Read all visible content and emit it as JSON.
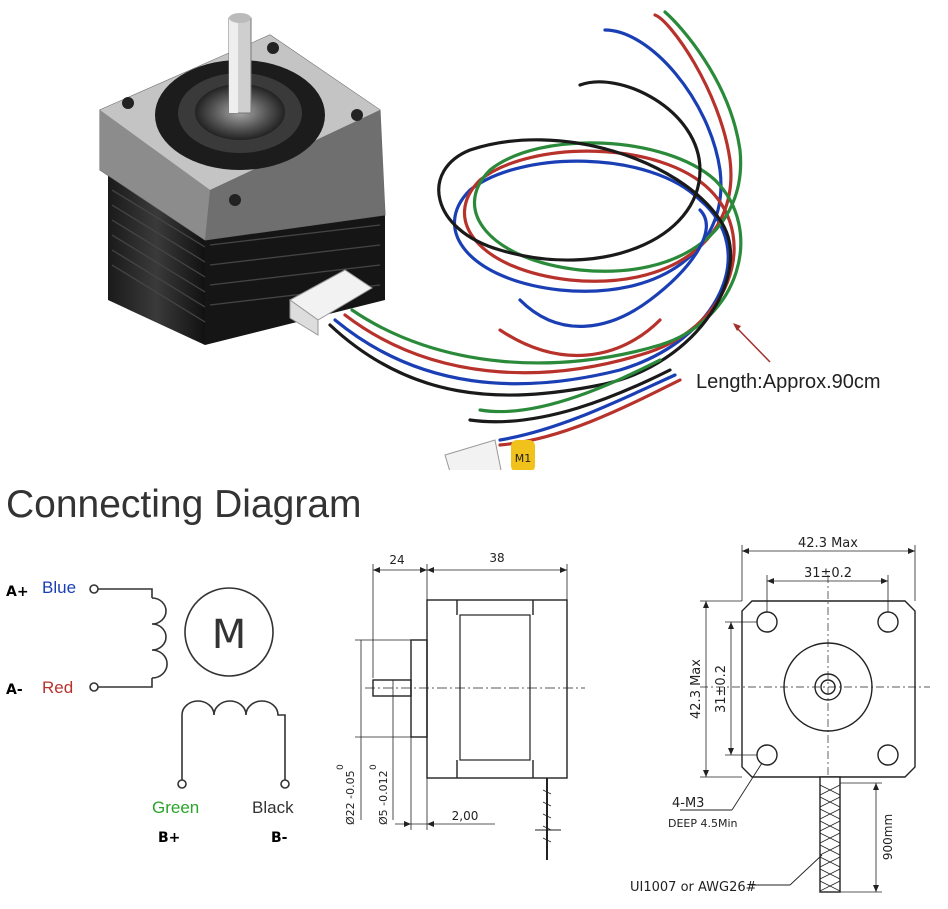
{
  "photo": {
    "length_annotation": "Length:Approx.90cm",
    "connector_tag": "M1"
  },
  "diagram": {
    "title": "Connecting Diagram",
    "wiring": {
      "a_plus": "A+",
      "a_minus": "A-",
      "b_plus": "B+",
      "b_minus": "B-",
      "blue": "Blue",
      "red": "Red",
      "green": "Green",
      "black": "Black",
      "motor_symbol": "M",
      "colors": {
        "blue": "#1a3fb5",
        "red": "#b8322c",
        "green": "#2aa52a",
        "black": "#222222"
      }
    },
    "side_view": {
      "dim_flange": "24",
      "dim_body": "38",
      "dim_boss": "2,00",
      "dim_boss_dia": "Ø22 -0.05",
      "dim_boss_dia_tol": "0",
      "dim_shaft_dia": "Ø5 -0.012",
      "dim_shaft_dia_tol": "0"
    },
    "front_view": {
      "dim_width": "42.3 Max",
      "dim_hole_spacing": "31±0.2",
      "dim_height": "42.3 Max",
      "dim_hole_spacing_v": "31±0.2",
      "holes": "4-M3",
      "depth": "DEEP 4.5Min",
      "cable_length": "900mm",
      "cable_spec": "UI1007 or AWG26#"
    }
  }
}
